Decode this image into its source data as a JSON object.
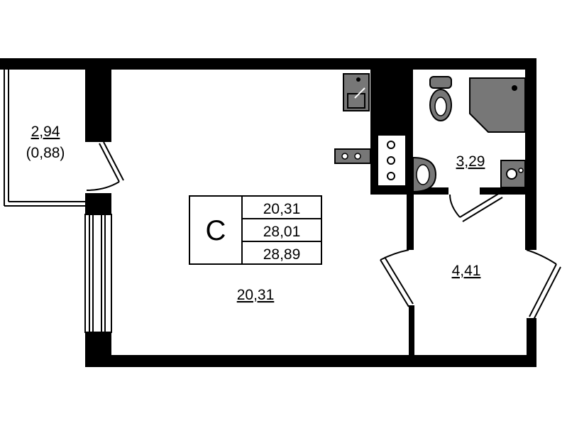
{
  "plan": {
    "legend": {
      "type_letter": "С",
      "living_area": "20,31",
      "total_area": "28,01",
      "total_area_with_balcony": "28,89"
    },
    "rooms": {
      "living_room": "20,31",
      "bathroom": "3,29",
      "hallway": "4,41",
      "balcony_area": "2,94",
      "balcony_reduced": "(0,88)"
    }
  },
  "colors": {
    "wall": "#000000",
    "fixture_fill": "#777777",
    "background": "#ffffff"
  }
}
